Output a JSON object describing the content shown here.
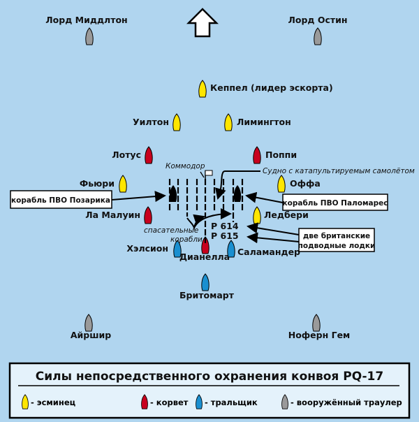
{
  "colors": {
    "background": "#b0d5ef",
    "destroyer": "#ffe600",
    "corvette": "#c8001e",
    "minesweeper": "#1a8fd0",
    "trawler": "#9a9a9a",
    "legend_bg": "#e4f2fb"
  },
  "north_icon": "arrow-up-icon",
  "ships": [
    {
      "name": "Лорд Миддлтон",
      "type": "trawler"
    },
    {
      "name": "Лорд Остин",
      "type": "trawler"
    },
    {
      "name": "Кеппел (лидер эскорта)",
      "type": "destroyer"
    },
    {
      "name": "Уилтон",
      "type": "destroyer"
    },
    {
      "name": "Лимингтон",
      "type": "destroyer"
    },
    {
      "name": "Лотус",
      "type": "corvette"
    },
    {
      "name": "Поппи",
      "type": "corvette"
    },
    {
      "name": "Фьюри",
      "type": "destroyer"
    },
    {
      "name": "Оффа",
      "type": "destroyer"
    },
    {
      "name": "Ла Малуин",
      "type": "corvette"
    },
    {
      "name": "Ледбери",
      "type": "destroyer"
    },
    {
      "name": "Хэлсион",
      "type": "minesweeper"
    },
    {
      "name": "Дианелла",
      "type": "corvette"
    },
    {
      "name": "Саламандер",
      "type": "minesweeper"
    },
    {
      "name": "Бритомарт",
      "type": "minesweeper"
    },
    {
      "name": "Айршир",
      "type": "trawler"
    },
    {
      "name": "Ноферн Гем",
      "type": "trawler"
    }
  ],
  "annotations": {
    "commodore": "Коммодор",
    "catapult_ship": "Судно с катапультируемым самолётом",
    "rescue_1": "спасательные",
    "rescue_2": "корабли",
    "p614": "P 614",
    "p615": "P 615",
    "aa_left": "корабль ПВО Позарика",
    "aa_right": "корабль ПВО Паломарес",
    "subs_1": "две британские",
    "subs_2": "подводные лодки"
  },
  "legend": {
    "title": "Силы непосредственного охранения конвоя PQ-17",
    "items": [
      {
        "type": "destroyer",
        "label": "- эсминец"
      },
      {
        "type": "corvette",
        "label": "- корвет"
      },
      {
        "type": "minesweeper",
        "label": "- тральщик"
      },
      {
        "type": "trawler",
        "label": "- вооружённый траулер"
      }
    ]
  }
}
